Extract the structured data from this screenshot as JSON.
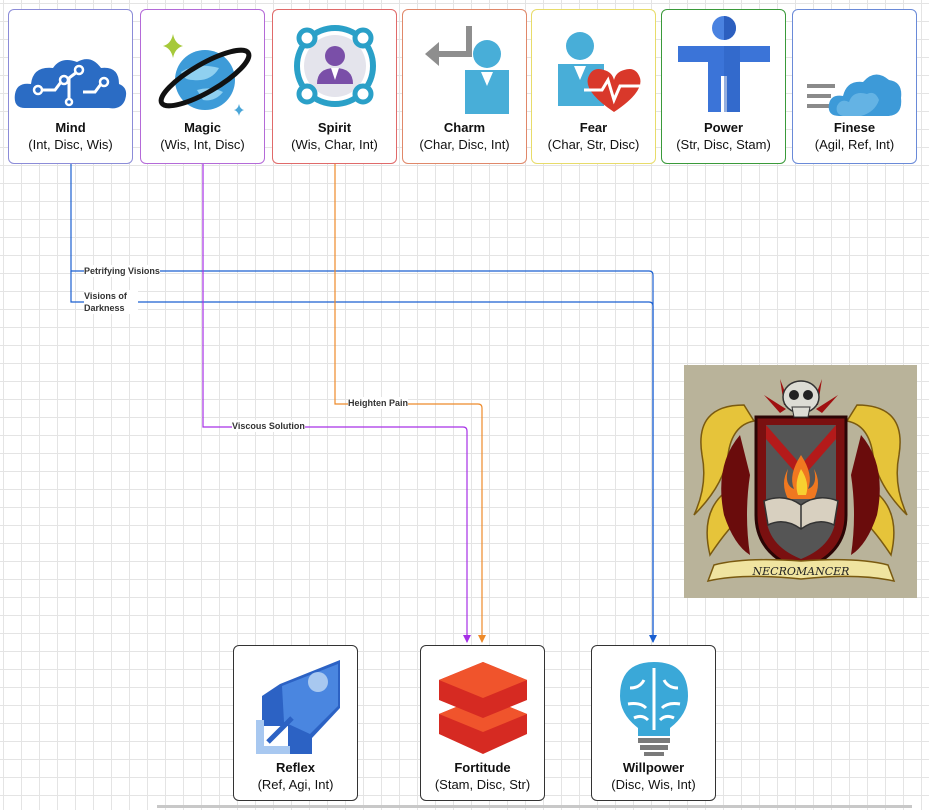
{
  "attributes": [
    {
      "id": "mind",
      "title": "Mind",
      "subtitle": "(Int, Disc, Wis)",
      "border": "#8c8cd8"
    },
    {
      "id": "magic",
      "title": "Magic",
      "subtitle": "(Wis, Int, Disc)",
      "border": "#b46ad8"
    },
    {
      "id": "spirit",
      "title": "Spirit",
      "subtitle": "(Wis, Char, Int)",
      "border": "#e06a6a"
    },
    {
      "id": "charm",
      "title": "Charm",
      "subtitle": "(Char, Disc, Int)",
      "border": "#e0886a"
    },
    {
      "id": "fear",
      "title": "Fear",
      "subtitle": "(Char, Str, Disc)",
      "border": "#e8dc6a"
    },
    {
      "id": "power",
      "title": "Power",
      "subtitle": "(Str, Disc, Stam)",
      "border": "#3a9a3a"
    },
    {
      "id": "finese",
      "title": "Finese",
      "subtitle": "(Agil, Ref, Int)",
      "border": "#6a8ad8"
    }
  ],
  "defenses": [
    {
      "id": "reflex",
      "title": "Reflex",
      "subtitle": "(Ref, Agi, Int)"
    },
    {
      "id": "fortitude",
      "title": "Fortitude",
      "subtitle": "(Stam, Disc, Str)"
    },
    {
      "id": "willpower",
      "title": "Willpower",
      "subtitle": "(Disc, Wis, Int)"
    }
  ],
  "connections": [
    {
      "label": "Petrifying Visions",
      "from": "mind",
      "to": "willpower",
      "color": "#1a5fd0"
    },
    {
      "label": "Visions of Darkness",
      "from": "mind",
      "to": "willpower",
      "color": "#1a5fd0"
    },
    {
      "label": "Heighten Pain",
      "from": "spirit",
      "to": "fortitude",
      "color": "#ee8a2a"
    },
    {
      "label": "Viscous Solution",
      "from": "magic",
      "to": "fortitude",
      "color": "#a630e6"
    }
  ],
  "emblem": {
    "banner_text": "NECROMANCER"
  }
}
